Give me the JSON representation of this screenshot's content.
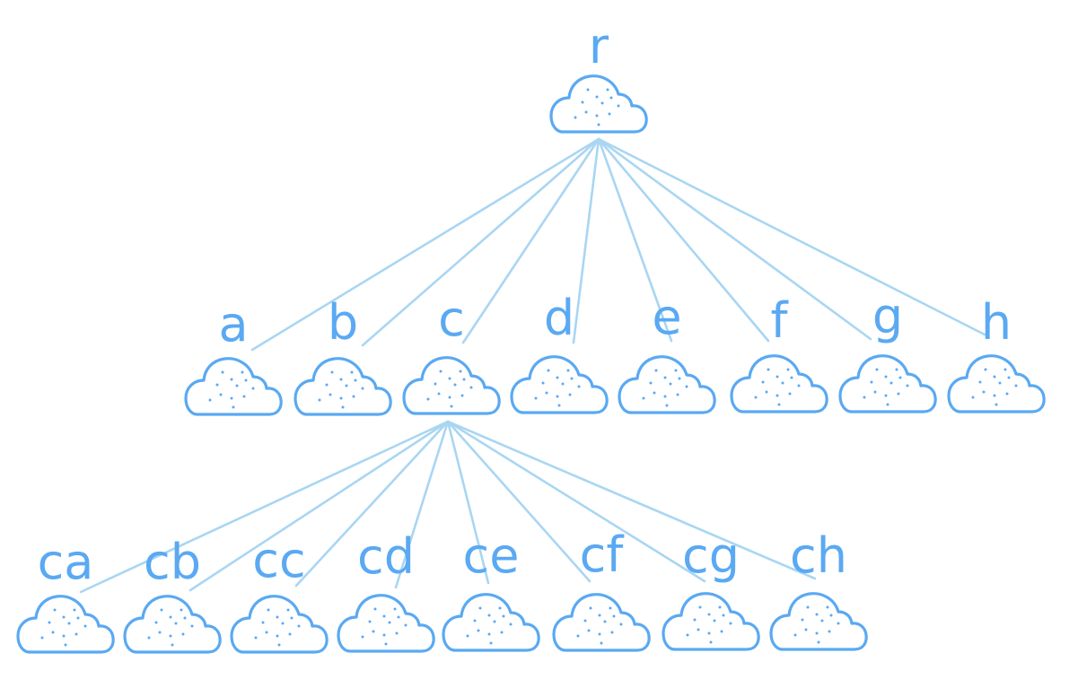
{
  "colors": {
    "cloud": "#5aa9f2",
    "edge": "#a9d6f2",
    "label": "#5aa9f2",
    "background": "#ffffff"
  },
  "icon": "cloud-icon",
  "root": {
    "label": "r",
    "children": [
      {
        "label": "a"
      },
      {
        "label": "b"
      },
      {
        "label": "c",
        "children": [
          {
            "label": "ca"
          },
          {
            "label": "cb"
          },
          {
            "label": "cc"
          },
          {
            "label": "cd"
          },
          {
            "label": "ce"
          },
          {
            "label": "cf"
          },
          {
            "label": "cg"
          },
          {
            "label": "ch"
          }
        ]
      },
      {
        "label": "d"
      },
      {
        "label": "e"
      },
      {
        "label": "f"
      },
      {
        "label": "g"
      },
      {
        "label": "h"
      }
    ]
  }
}
